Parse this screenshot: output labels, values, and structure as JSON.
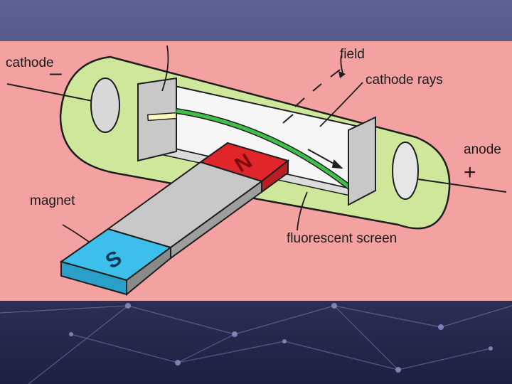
{
  "labels": {
    "cathode": "cathode",
    "cathode_sign": "–",
    "field": "field",
    "cathode_rays": "cathode rays",
    "anode": "anode",
    "anode_sign": "+",
    "magnet": "magnet",
    "fluorescent_screen": "fluorescent screen"
  },
  "poles": {
    "north": "N",
    "south": "S"
  },
  "colors": {
    "slide_background": "#4b4f7c",
    "diagram_background": "#f4a1a1",
    "tube_glass": "#cfe79b",
    "electrode": "#d4d4d4",
    "screen_panel": "#f6f6f6",
    "ray_glow": "#3fbf4a",
    "magnet_body": "#bdbdbd",
    "north_pole": "#e0262a",
    "south_pole": "#3cbfea"
  }
}
